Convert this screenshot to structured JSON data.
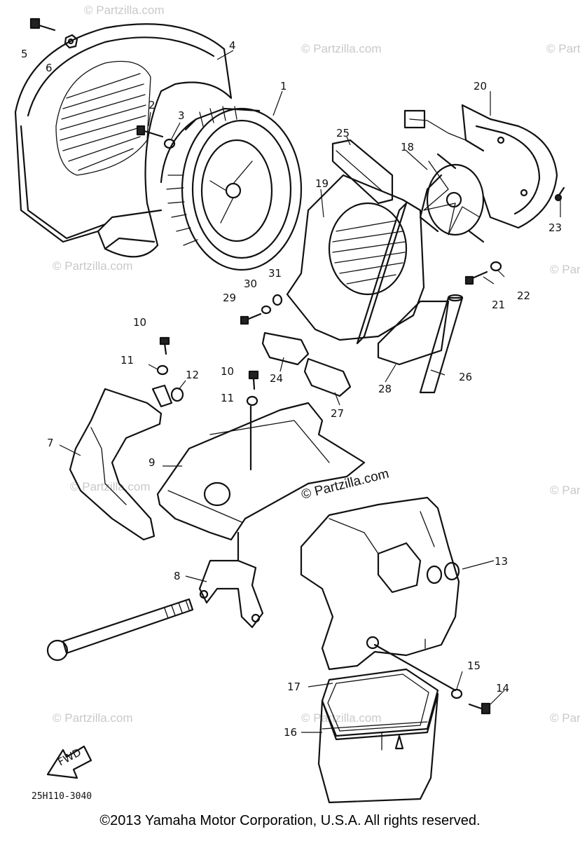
{
  "callouts": [
    {
      "id": "1",
      "label": "1"
    },
    {
      "id": "2",
      "label": "2"
    },
    {
      "id": "3",
      "label": "3"
    },
    {
      "id": "4",
      "label": "4"
    },
    {
      "id": "5",
      "label": "5"
    },
    {
      "id": "6",
      "label": "6"
    },
    {
      "id": "7",
      "label": "7"
    },
    {
      "id": "8",
      "label": "8"
    },
    {
      "id": "9",
      "label": "9"
    },
    {
      "id": "10a",
      "label": "10"
    },
    {
      "id": "10b",
      "label": "10"
    },
    {
      "id": "11a",
      "label": "11"
    },
    {
      "id": "11b",
      "label": "11"
    },
    {
      "id": "12",
      "label": "12"
    },
    {
      "id": "13",
      "label": "13"
    },
    {
      "id": "14",
      "label": "14"
    },
    {
      "id": "15",
      "label": "15"
    },
    {
      "id": "16",
      "label": "16"
    },
    {
      "id": "17",
      "label": "17"
    },
    {
      "id": "18",
      "label": "18"
    },
    {
      "id": "19",
      "label": "19"
    },
    {
      "id": "20",
      "label": "20"
    },
    {
      "id": "21",
      "label": "21"
    },
    {
      "id": "22",
      "label": "22"
    },
    {
      "id": "23",
      "label": "23"
    },
    {
      "id": "24",
      "label": "24"
    },
    {
      "id": "25",
      "label": "25"
    },
    {
      "id": "26",
      "label": "26"
    },
    {
      "id": "27",
      "label": "27"
    },
    {
      "id": "28",
      "label": "28"
    },
    {
      "id": "29",
      "label": "29"
    },
    {
      "id": "30",
      "label": "30"
    },
    {
      "id": "31",
      "label": "31"
    }
  ],
  "watermark": "© Partzilla.com",
  "fwd_label": "FWD",
  "drawing_code": "25H110-3040",
  "copyright": "©2013 Yamaha Motor Corporation, U.S.A. All rights reserved.",
  "colors": {
    "line": "#111111",
    "watermark": "#c9c9c9",
    "background": "#ffffff"
  }
}
